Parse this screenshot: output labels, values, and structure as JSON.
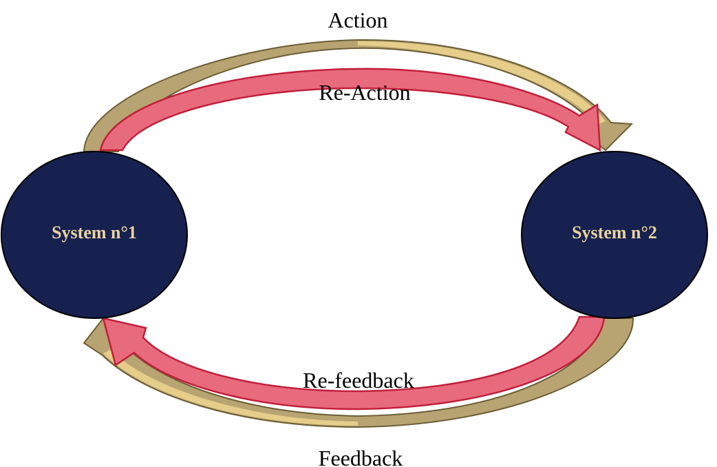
{
  "diagram": {
    "colors": {
      "background": "#ffffff",
      "node_fill": "#16214f",
      "node_stroke": "#000000",
      "node_text": "#e9d3a0",
      "outer_arrow_fill_light": "#e6cd8a",
      "outer_arrow_fill_dark": "#b8a473",
      "outer_arrow_stroke": "#6b5d33",
      "inner_arrow_fill": "#e86b7d",
      "inner_arrow_fill_dark": "#c45a6a",
      "inner_arrow_stroke": "#c21e3a"
    },
    "nodes": [
      {
        "id": "system-1",
        "label": "System n°1"
      },
      {
        "id": "system-2",
        "label": "System n°2"
      }
    ],
    "arrows": {
      "action": {
        "label": "Action",
        "from": "System n°1",
        "to": "System n°2"
      },
      "re_action": {
        "label": "Re-Action",
        "from": "System n°1",
        "to": "System n°2"
      },
      "feedback": {
        "label": "Feedback",
        "from": "System n°2",
        "to": "System n°1"
      },
      "re_feedback": {
        "label": "Re-feedback",
        "from": "System n°2",
        "to": "System n°1"
      }
    }
  }
}
